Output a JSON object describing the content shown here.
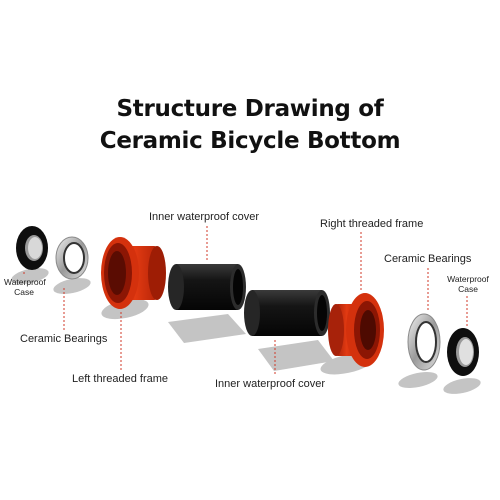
{
  "title": {
    "line1": "Structure Drawing of",
    "line2": "Ceramic Bicycle Bottom"
  },
  "labels": {
    "waterproof_case_left": [
      "Waterproof",
      "Case"
    ],
    "ceramic_bearings_left": "Ceramic Bearings",
    "left_threaded_frame": "Left threaded frame",
    "inner_cover_top": "Inner waterproof cover",
    "inner_cover_bottom": "Inner waterproof cover",
    "right_threaded_frame": "Right threaded frame",
    "ceramic_bearings_right": "Ceramic Bearings",
    "waterproof_case_right": [
      "Waterproof",
      "Case"
    ]
  },
  "colors": {
    "frame_red": "#d8300f",
    "cover_black": "#161616",
    "leader_line": "#d03a2a",
    "shadow": "#c4c4c4"
  }
}
